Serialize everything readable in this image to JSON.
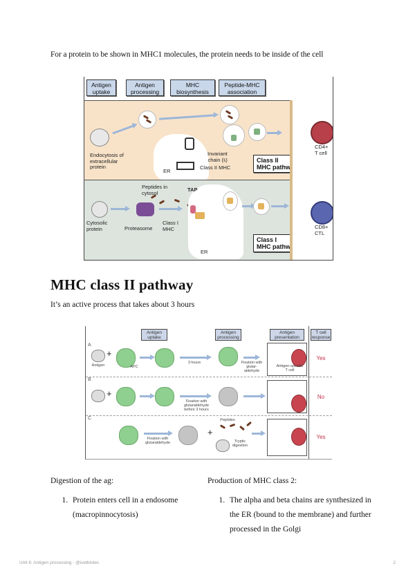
{
  "intro_text": "For a protein to be shown in MHC1 molecules, the protein needs to be inside of the cell",
  "figure1": {
    "stages": [
      "Antigen uptake",
      "Antigen processing",
      "MHC biosynthesis",
      "Peptide-MHC association"
    ],
    "stage_lines": [
      [
        "Antigen",
        "uptake"
      ],
      [
        "Antigen",
        "processing"
      ],
      [
        "MHC",
        "biosynthesis"
      ],
      [
        "Peptide-MHC",
        "association"
      ]
    ],
    "class2": {
      "label_endocytosis": [
        "Endocytosis of",
        "extracellular",
        "protein"
      ],
      "label_er": "ER",
      "label_invariant": [
        "Invariant",
        "chain (Iᵢ)"
      ],
      "label_class2_mhc": "Class II MHC",
      "label_tcell": [
        "CD4+",
        "T cell"
      ],
      "pathway": [
        "Class II",
        "MHC pathway"
      ]
    },
    "class1": {
      "label_peptides": [
        "Peptides in",
        "cytosol"
      ],
      "label_tap": "TAP",
      "label_cytosolic": [
        "Cytosolic",
        "protein"
      ],
      "label_proteasome": "Proteasome",
      "label_class1_mhc": [
        "Class I",
        "MHC"
      ],
      "label_er": "ER",
      "label_ctl": [
        "CD8+",
        "CTL"
      ],
      "pathway": [
        "Class I",
        "MHC pathway"
      ]
    },
    "colors": {
      "class2_bg": "#f8e3c9",
      "class1_bg": "#dde4dd",
      "stage_bg": "#c9d7ea",
      "cd4_cell": "#b8404a",
      "cd8_cell": "#5a66b0"
    }
  },
  "heading": "MHC class II pathway",
  "subtitle": "It’s an active process that takes about 3 hours",
  "figure2": {
    "stages": [
      [
        "Antigen",
        "uptake"
      ],
      [
        "Antigen",
        "processing"
      ],
      [
        "Antigen",
        "presentation"
      ],
      [
        "T cell",
        "response"
      ]
    ],
    "rows": [
      {
        "letter": "A",
        "labels": [
          "Antigen",
          "APC",
          "3 hours",
          "Fixation with glutar-aldehyde",
          "Antigen-specific T cell"
        ],
        "response": "Yes"
      },
      {
        "letter": "B",
        "labels": [
          "Fixation with glutaraldehyde before 3 hours"
        ],
        "response": "No"
      },
      {
        "letter": "C",
        "labels": [
          "Fixation with glutaraldehyde",
          "Peptides",
          "Tryptic digestion"
        ],
        "response": "Yes"
      }
    ],
    "colors": {
      "response": "#c0304a",
      "apc": "#8fcf8f"
    }
  },
  "columns": {
    "left": {
      "heading": "Digestion of the ag:",
      "items": [
        "Protein enters cell in a endosome (macropinnocytosis)"
      ]
    },
    "right": {
      "heading": "Production of MHC class 2:",
      "items": [
        "The alpha and beta chains are synthesized in the ER (bound to the membrane) and further processed in the Golgi"
      ]
    }
  },
  "footer": {
    "text": "Unit 6: Antigen processing - @ivetbiotec",
    "page": "2"
  }
}
